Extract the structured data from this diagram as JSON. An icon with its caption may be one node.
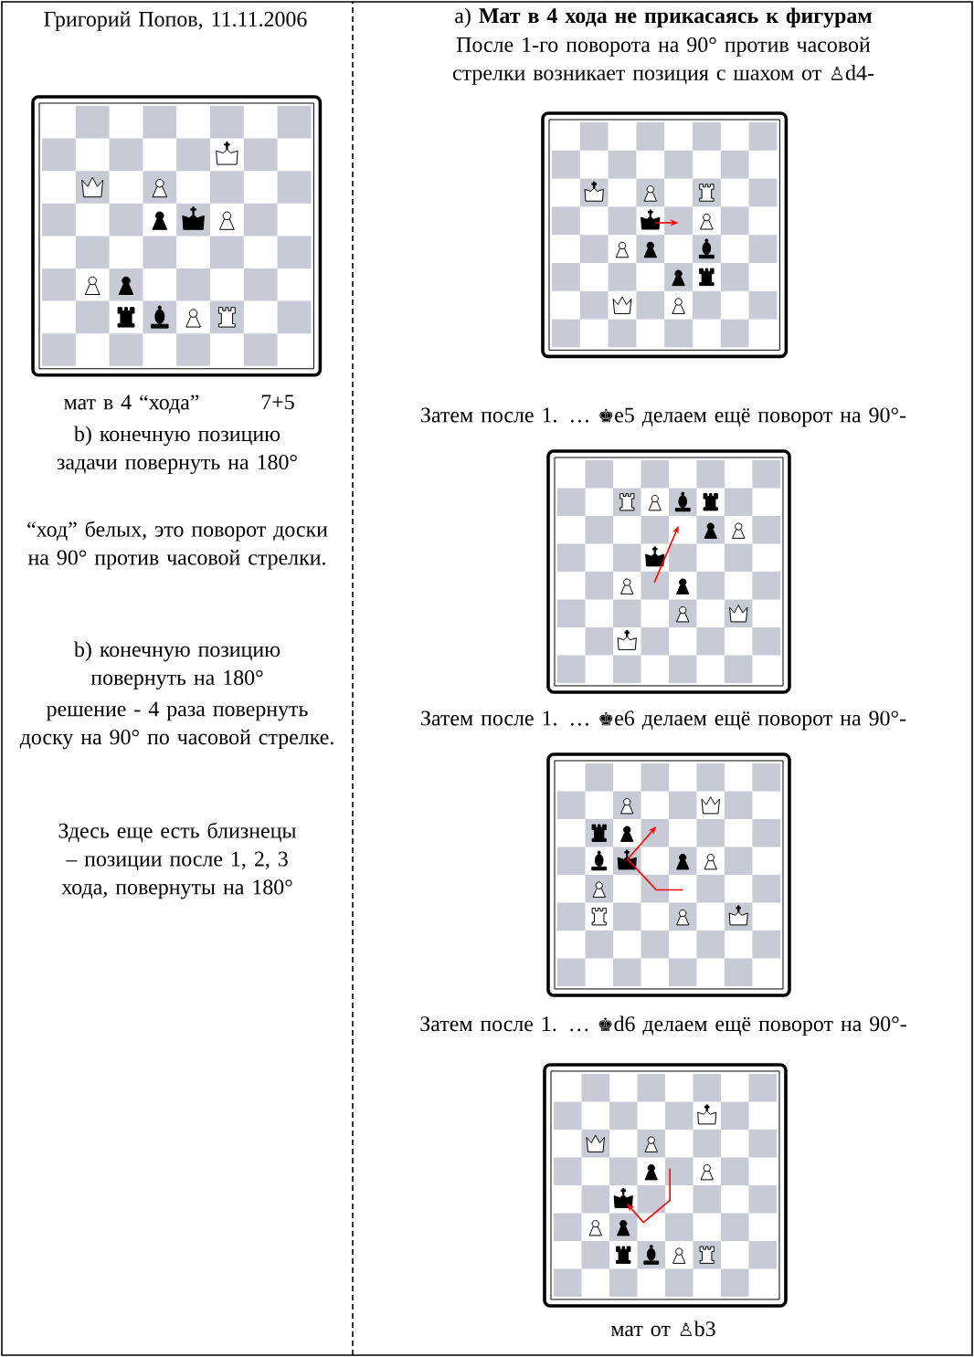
{
  "diagram": {
    "labels": [
      "Григорий Попов, 11.11.2006",
      "мат в 4 “хода”",
      "7+5",
      "b) конечную позицию задачи повернуть на 180°",
      "“ход” белых, это поворот доски на 90°  против часовой стрелки.",
      "b) конечную позицию повернуть на 180°",
      "решение - 4 раза повернуть доску на 90° по часовой стрелке.",
      "Здесь еще есть  близнецы – позиции после 1, 2, 3 хода, повернуты на 180°",
      "а) **Мат в 4 хода не прикасаясь к фигурам**",
      "После 1-го поворота на 90° против часовой стрелки возникает позиция с шахом от ♙d4-",
      "Затем после 1. … ♚e5 делаем ещё поворот на 90°-",
      "Затем после 1. … ♚e6 делаем ещё поворот на 90°-",
      "Затем после 1. … ♚d6 делаем ещё поворот на 90°-",
      "мат от ♙b3"
    ]
  }
}
